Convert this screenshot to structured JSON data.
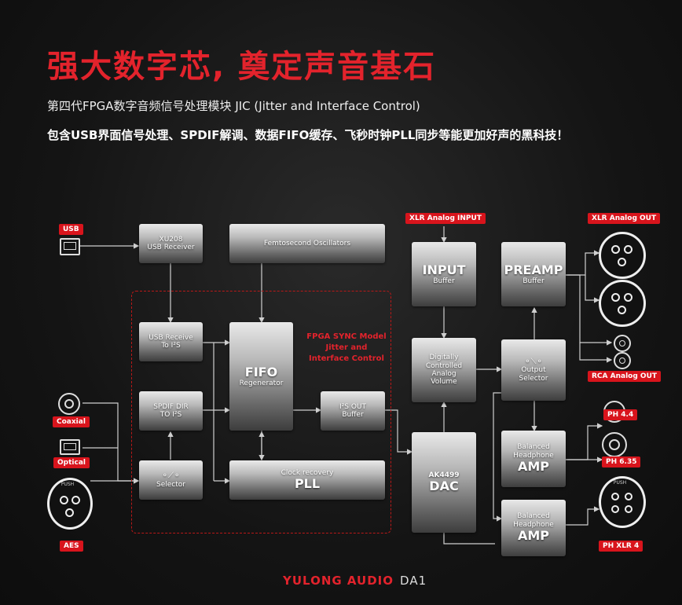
{
  "header": {
    "title": "强大数字芯, 奠定声音基石",
    "subtitle1": "第四代FPGA数字音频信号处理模块 JIC (Jitter and Interface Control)",
    "subtitle2": "包含USB界面信号处理、SPDIF解调、数据FIFO缓存、飞秒时钟PLL同步等能更加好声的黑科技！"
  },
  "tags": {
    "usb": "USB",
    "coaxial": "Coaxial",
    "optical": "Optical",
    "aes": "AES",
    "xlr_in": "XLR Analog INPUT",
    "xlr_out": "XLR Analog OUT",
    "rca_out": "RCA Analog OUT",
    "ph44": "PH 4.4",
    "ph635": "PH 6.35",
    "phxlr": "PH XLR 4"
  },
  "blocks": {
    "xu208_1": "XU208",
    "xu208_2": "USB Receiver",
    "femto": "Femtosecond Oscillators",
    "usbrx_1": "USB Receive",
    "usbrx_2": "To I²S",
    "spdif_1": "SPDIF DIR",
    "spdif_2": "TO I²S",
    "selector": "Selector",
    "fifo_1": "FIFO",
    "fifo_2": "Regenerator",
    "i2sout_1": "I²S OUT",
    "i2sout_2": "Buffer",
    "pll_1": "Clock recovery",
    "pll_2": "PLL",
    "input_1": "INPUT",
    "input_2": "Buffer",
    "dcav_1": "Digitally",
    "dcav_2": "Controlled",
    "dcav_3": "Analog",
    "dcav_4": "Volume",
    "dac_1": "AK4499",
    "dac_2": "DAC",
    "preamp_1": "PREAMP",
    "preamp_2": "Buffer",
    "outsel_1": "Output",
    "outsel_2": "Selector",
    "bhp1_1": "Balanced",
    "bhp1_2": "Headphone",
    "bhp1_3": "AMP",
    "bhp2_1": "Balanced",
    "bhp2_2": "Headphone",
    "bhp2_3": "AMP",
    "push1": "PUSH",
    "push2": "PUSH"
  },
  "fpga": {
    "line1": "FPGA SYNC Model",
    "line2": "Jitter and",
    "line3": "Interface Control"
  },
  "footer": {
    "brand": "YULONG AUDIO",
    "model": "DA1"
  },
  "colors": {
    "accent": "#e3232c",
    "background": "#151515"
  }
}
